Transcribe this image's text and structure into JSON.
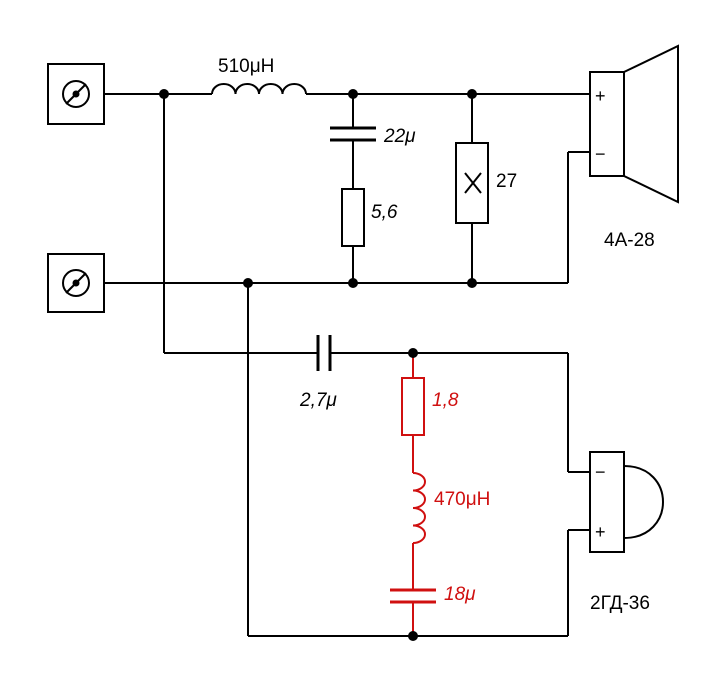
{
  "components": {
    "main_inductor": "510μH",
    "woofer_cap": "22μ",
    "woofer_res": "5,6",
    "woofer_shunt": "27",
    "tweeter_cap": "2,7μ",
    "notch_res": "1,8",
    "notch_inductor": "470μH",
    "notch_cap": "18μ"
  },
  "speakers": {
    "woofer": {
      "name": "4A-28",
      "plus": "+",
      "minus": "−"
    },
    "tweeter": {
      "name": "2ГД-36",
      "plus": "+",
      "minus": "−"
    }
  },
  "colors": {
    "line": "#000000",
    "highlight": "#d01010",
    "background": "#ffffff"
  }
}
